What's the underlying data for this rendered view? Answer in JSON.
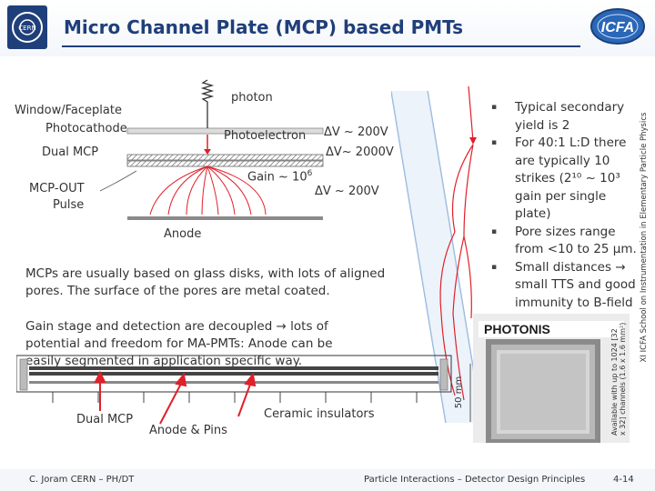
{
  "header": {
    "title": "Micro Channel Plate (MCP) based PMTs",
    "cern_logo": "CERN",
    "icfa_logo": "ICFA"
  },
  "diagram": {
    "window_faceplate": "Window/Faceplate",
    "photocathode": "Photocathode",
    "dual_mcp": "Dual MCP",
    "mcp_out": "MCP-OUT",
    "pulse": "Pulse",
    "photon": "photon",
    "photoelectron": "Photoelectron",
    "dv1": "ΔV ~ 200V",
    "dv2": "ΔV~ 2000V",
    "gain_prefix": "Gain ~ 10",
    "gain_exp": "6",
    "dv3": "ΔV ~ 200V",
    "anode": "Anode"
  },
  "text": {
    "mcp_glass": "MCPs are usually based on glass disks, with lots of aligned pores. The surface of the pores are metal coated.",
    "gain_stage": "Gain stage and detection are decoupled → lots of potential and freedom for MA-PMTs: Anode can be easily segmented in application specific way."
  },
  "bullets": [
    "Typical secondary yield is 2",
    "For 40:1 L:D there are typically 10 strikes (2¹⁰ ~ 10³ gain per single plate)",
    "Pore sizes  range from  <10 to 25 μm.",
    "Small distances → small TTS and good immunity to B-field"
  ],
  "bottom_diagram": {
    "dual_mcp": "Dual MCP",
    "anode_pins": "Anode & Pins",
    "ceramic": "Ceramic insulators"
  },
  "photo": {
    "brand": "PHOTONIS",
    "dimension": "50 mm",
    "caption_line1": "Available with up to 1024 [32",
    "caption_line2": "x 32] channels (1.6 x 1.6 mm²)"
  },
  "side_caption": "XI ICFA School on Instrumentation in Elementary Particle Physics",
  "footer": {
    "left": "C. Joram   CERN – PH/DT",
    "center": "Particle Interactions – Detector Design Principles",
    "right": "4-14"
  },
  "colors": {
    "title": "#1f3f7a",
    "arrow_red": "#e0202a",
    "mcp_plate": "#9aa8c8",
    "diag_line": "#8fb0dc"
  }
}
